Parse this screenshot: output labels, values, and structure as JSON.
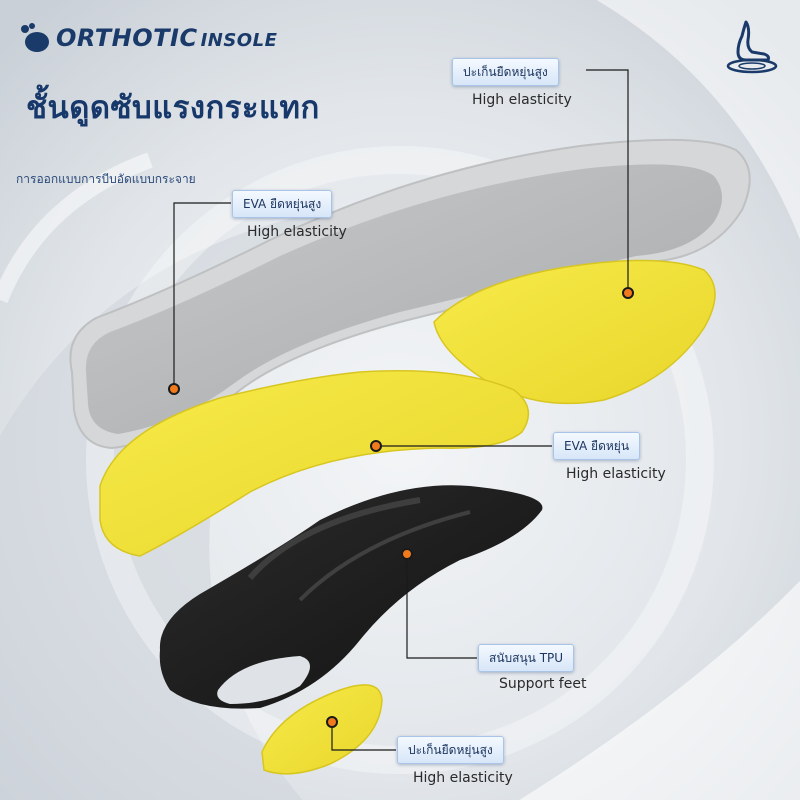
{
  "brand": {
    "name_main": "ORTHOTIC",
    "name_sub": "INSOLE",
    "logo_icon": "foot-logo-icon",
    "corner_icon": "foot-arch-icon"
  },
  "headline": "ชั้นดูดซับแรงกระแทก",
  "subheadline": "การออกแบบการบีบอัดแบบกระจาย",
  "callouts": [
    {
      "label": "ปะเก็นยืดหยุ่นสูง",
      "caption": "High elasticity"
    },
    {
      "label": "EVA ยืดหยุ่นสูง",
      "caption": "High elasticity"
    },
    {
      "label": "EVA ยืดหยุ่น",
      "caption": "High elasticity"
    },
    {
      "label": "สนับสนุน TPU",
      "caption": "Support feet"
    },
    {
      "label": "ปะเก็นยืดหยุ่นสูง",
      "caption": "High elasticity"
    }
  ],
  "colors": {
    "navy": "#17386a",
    "foam_yellow": "#f2e23a",
    "insole_gray": "#b4b6b8",
    "tpu_black": "#1c1c1c",
    "marker_orange": "#f07a1c"
  }
}
